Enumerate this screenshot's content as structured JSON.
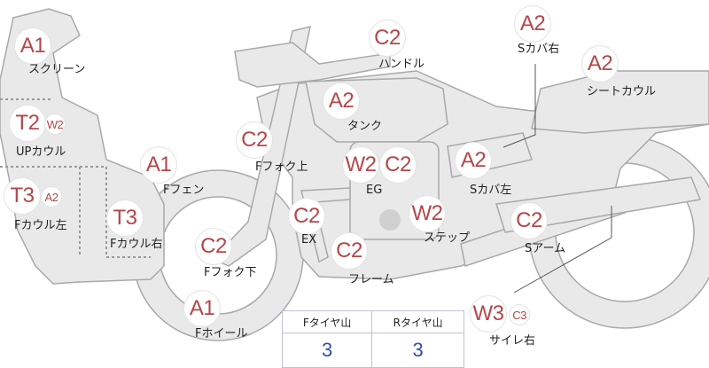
{
  "colors": {
    "accent_badge": "#b5464a",
    "body_fill": "#e9e9e9",
    "body_stroke": "#a9a9a9",
    "dotted": "#9a9a9a",
    "value_blue": "#2f4ea8"
  },
  "parts": {
    "screen": {
      "label": "スクリーン",
      "grade": "A1"
    },
    "upcowl": {
      "label": "UPカウル",
      "grade": "T2",
      "sub": "W2"
    },
    "fcowl_left": {
      "label": "Fカウル左",
      "grade": "T3",
      "sub": "A2"
    },
    "ffender": {
      "label": "Fフェン",
      "grade": "A1"
    },
    "fcowl_right": {
      "label": "Fカウル右",
      "grade": "T3"
    },
    "ffork_upper": {
      "label": "Fフォク上",
      "grade": "C2"
    },
    "ffork_lower": {
      "label": "Fフォク下",
      "grade": "C2"
    },
    "fwheel": {
      "label": "Fホイール",
      "grade": "A1"
    },
    "handle": {
      "label": "ハンドル",
      "grade": "C2"
    },
    "tank": {
      "label": "タンク",
      "grade": "A2"
    },
    "eg": {
      "label": "EG",
      "grade1": "W2",
      "grade2": "C2"
    },
    "ex": {
      "label": "EX",
      "grade": "C2"
    },
    "step": {
      "label": "ステップ",
      "grade": "W2"
    },
    "frame": {
      "label": "フレーム",
      "grade": "C2"
    },
    "scover_right": {
      "label": "Sカバ右",
      "grade": "A2"
    },
    "seatcowl": {
      "label": "シートカウル",
      "grade": "A2"
    },
    "scover_left": {
      "label": "Sカバ左",
      "grade": "A2"
    },
    "sarm": {
      "label": "Sアーム",
      "grade": "C2"
    },
    "muffler_right": {
      "label": "サイレ右",
      "grade": "W3",
      "sub": "C3"
    }
  },
  "tire_table": {
    "front_header": "Fタイヤ山",
    "rear_header": "Rタイヤ山",
    "front_value": "3",
    "rear_value": "3"
  }
}
